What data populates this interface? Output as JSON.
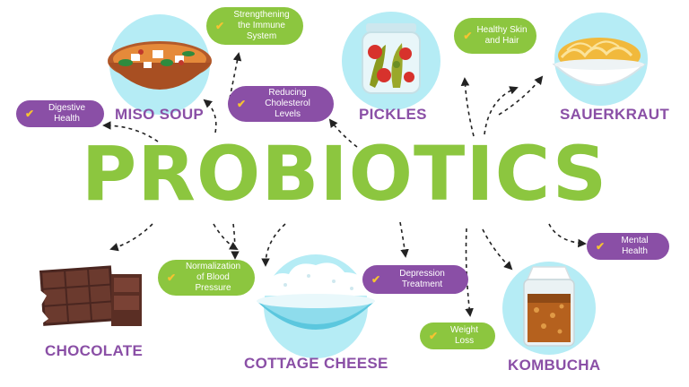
{
  "colors": {
    "green": "#8cc63f",
    "purple": "#8a4fa6",
    "check": "#f6c331",
    "bubble": "#b5ecf5",
    "arrow": "#222222"
  },
  "title": "PROBIOTICS",
  "foods": {
    "miso_soup": "MISO SOUP",
    "pickles": "PICKLES",
    "sauerkraut": "SAUERKRAUT",
    "chocolate": "CHOCOLATE",
    "cottage_cheese": "COTTAGE CHEESE",
    "kombucha": "KOMBUCHA"
  },
  "benefits": {
    "immune_line1": "Strengthening",
    "immune_line2": "the Immune System",
    "skin_line1": "Healthy Skin",
    "skin_line2": "and Hair",
    "digestive": "Digestive Health",
    "cholesterol_line1": "Reducing Cholesterol",
    "cholesterol_line2": "Levels",
    "blood_line1": "Normalization",
    "blood_line2": "of Blood Pressure",
    "depression": "Depression Treatment",
    "weight": "Weight Loss",
    "mental": "Mental Health"
  },
  "icons": {
    "check": "✔"
  }
}
